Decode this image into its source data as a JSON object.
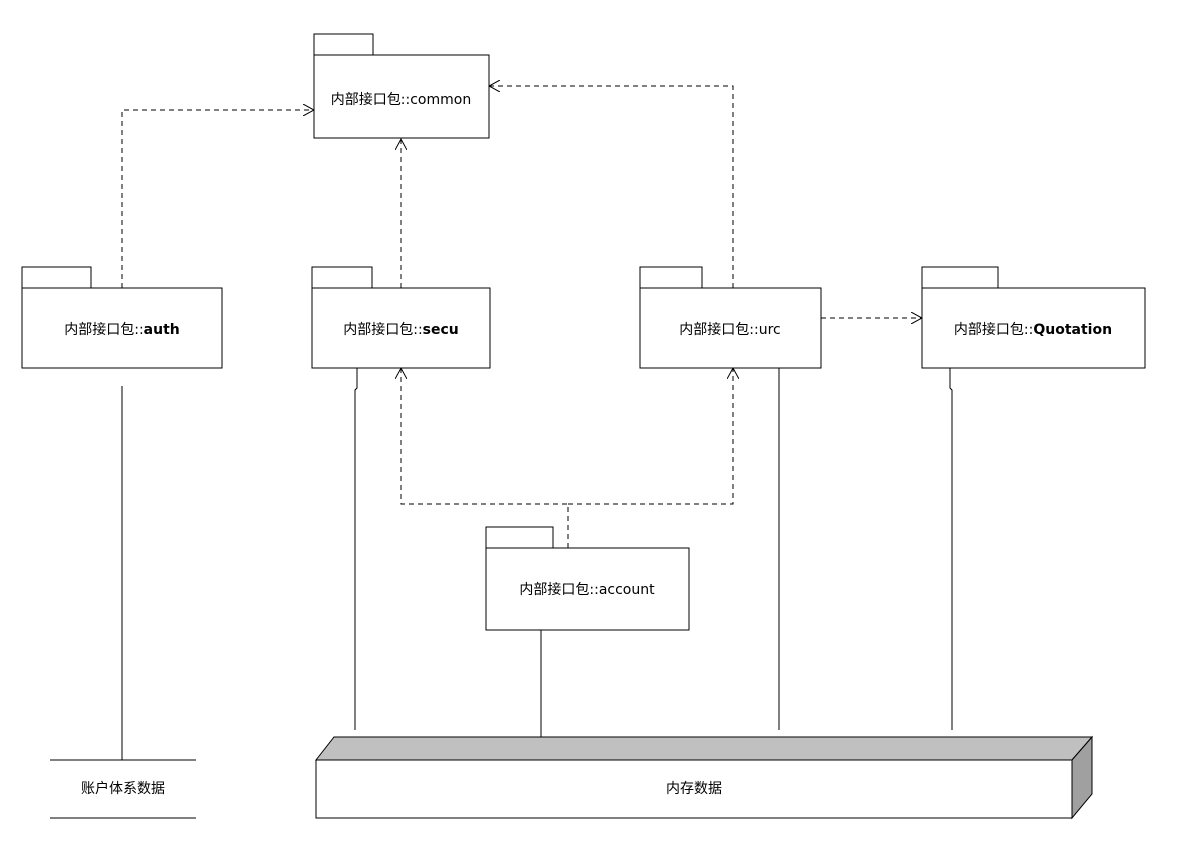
{
  "packages": {
    "common": {
      "prefix": "内部接口包::",
      "name": "common",
      "bold": false
    },
    "auth": {
      "prefix": "内部接口包::",
      "name": "auth",
      "bold": true
    },
    "secu": {
      "prefix": "内部接口包::",
      "name": "secu",
      "bold": true
    },
    "urc": {
      "prefix": "内部接口包::",
      "name": "urc",
      "bold": false
    },
    "quotation": {
      "prefix": "内部接口包::",
      "name": "Quotation",
      "bold": true
    },
    "account": {
      "prefix": "内部接口包::",
      "name": "account",
      "bold": false
    }
  },
  "stores": {
    "account_system": {
      "label": "账户体系数据"
    },
    "memory": {
      "label": "内存数据"
    }
  },
  "colors": {
    "stroke": "#000000",
    "store_top": "#c0c0c0",
    "store_side": "#a0a0a0",
    "background": "#ffffff"
  }
}
